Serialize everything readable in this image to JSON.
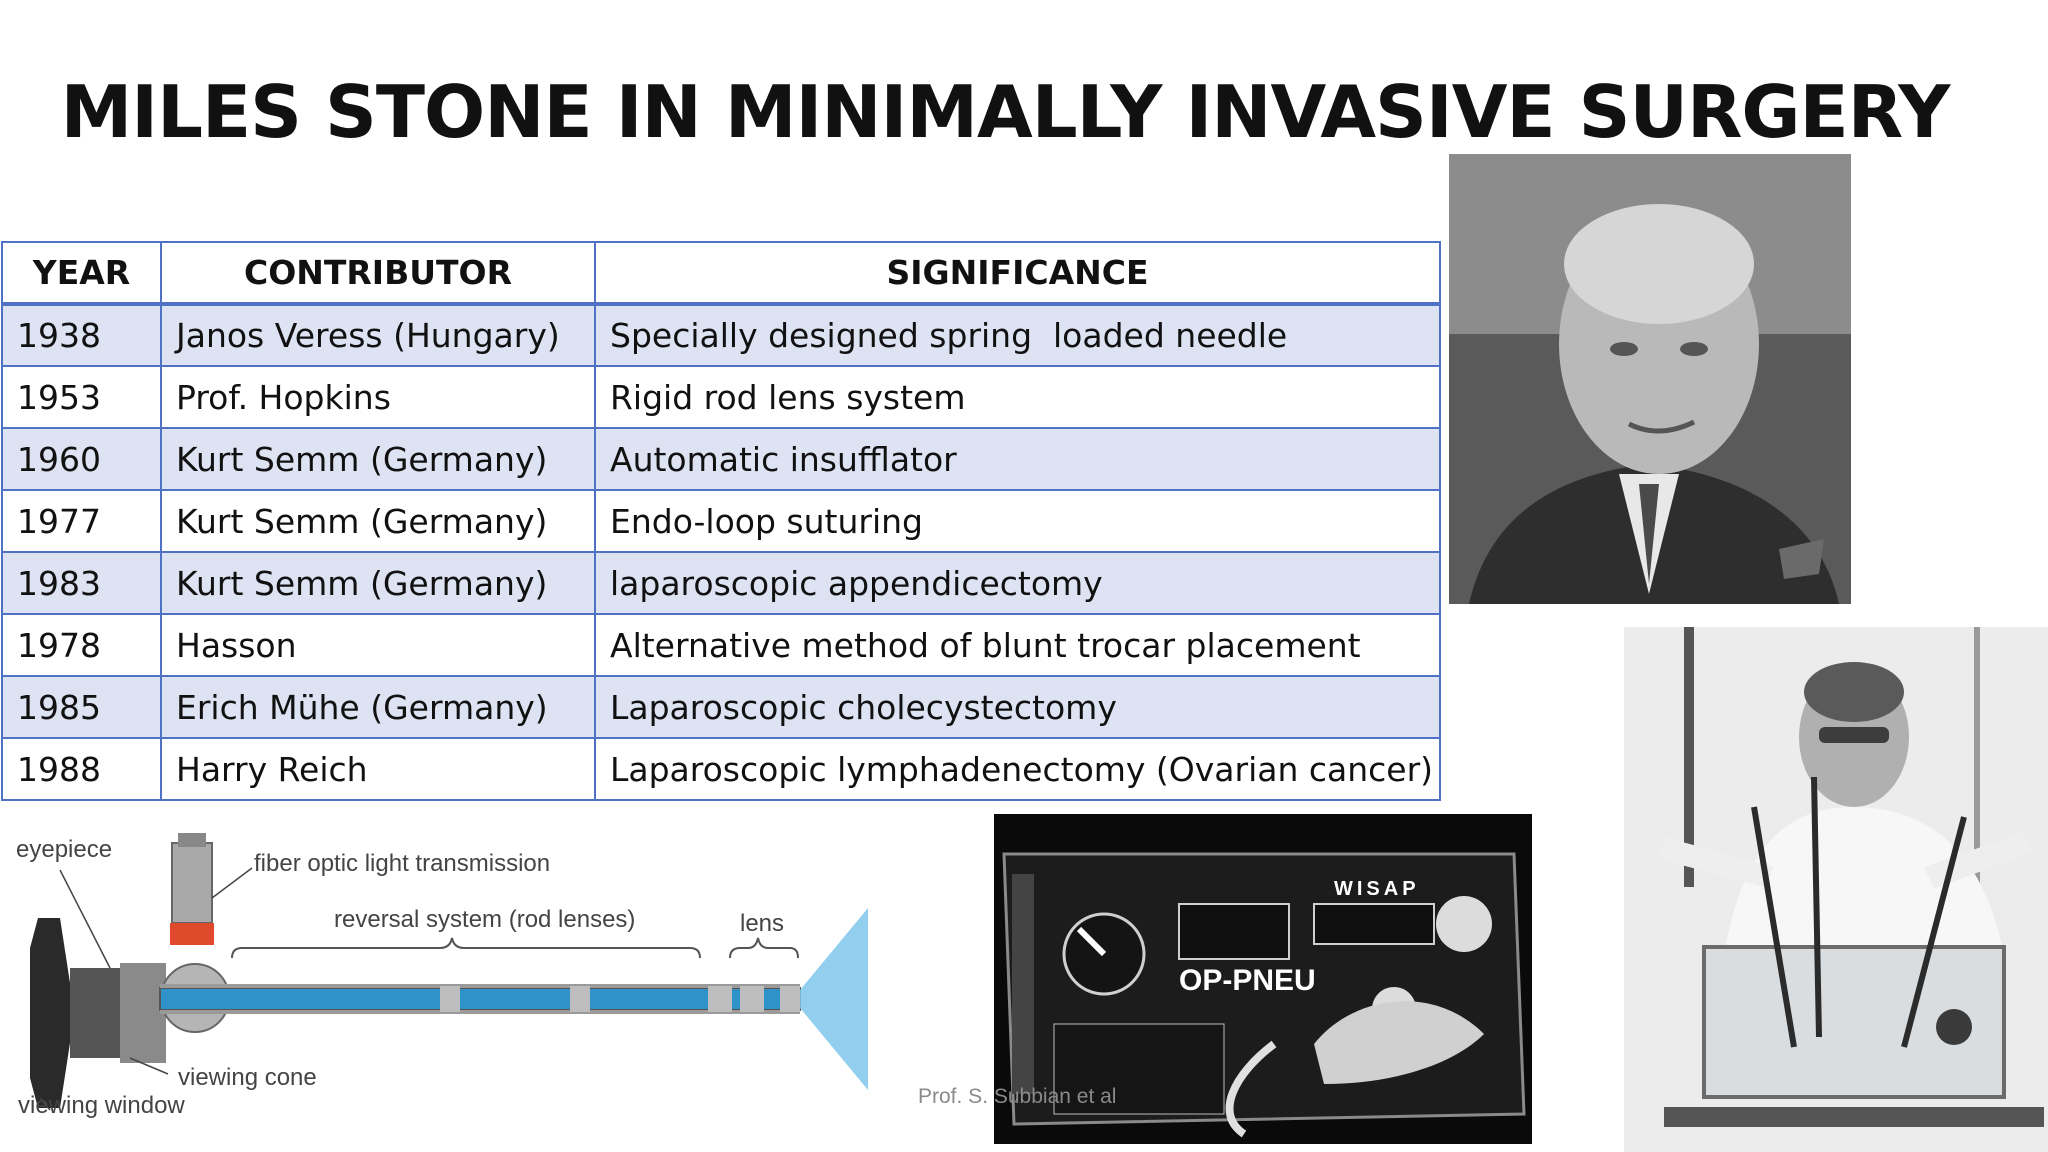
{
  "title": "MILES STONE IN MINIMALLY INVASIVE SURGERY",
  "table": {
    "headers": [
      "YEAR",
      "CONTRIBUTOR",
      "SIGNIFICANCE"
    ],
    "rows": [
      [
        "1938",
        "Janos Veress (Hungary)",
        "Specially designed spring  loaded needle"
      ],
      [
        "1953",
        "Prof. Hopkins",
        "Rigid rod lens system"
      ],
      [
        "1960",
        "Kurt Semm (Germany)",
        "Automatic insufflator"
      ],
      [
        "1977",
        "Kurt Semm (Germany)",
        "Endo-loop suturing"
      ],
      [
        "1983",
        "Kurt Semm (Germany)",
        "laparoscopic appendicectomy"
      ],
      [
        "1978",
        "Hasson",
        "Alternative method of blunt trocar placement"
      ],
      [
        "1985",
        "Erich Mühe (Germany)",
        "Laparoscopic cholecystectomy"
      ],
      [
        "1988",
        "Harry Reich",
        "Laparoscopic lymphadenectomy (Ovarian cancer)"
      ]
    ]
  },
  "diagram": {
    "labels": {
      "eyepiece": "eyepiece",
      "fiber": "fiber optic light transmission",
      "reversal": "reversal system (rod lenses)",
      "lens": "lens",
      "cone": "viewing cone",
      "window": "viewing window"
    }
  },
  "device": {
    "brand": "WISAP",
    "model": "OP-PNEU"
  },
  "footer": "Prof. S. Subbian et al"
}
